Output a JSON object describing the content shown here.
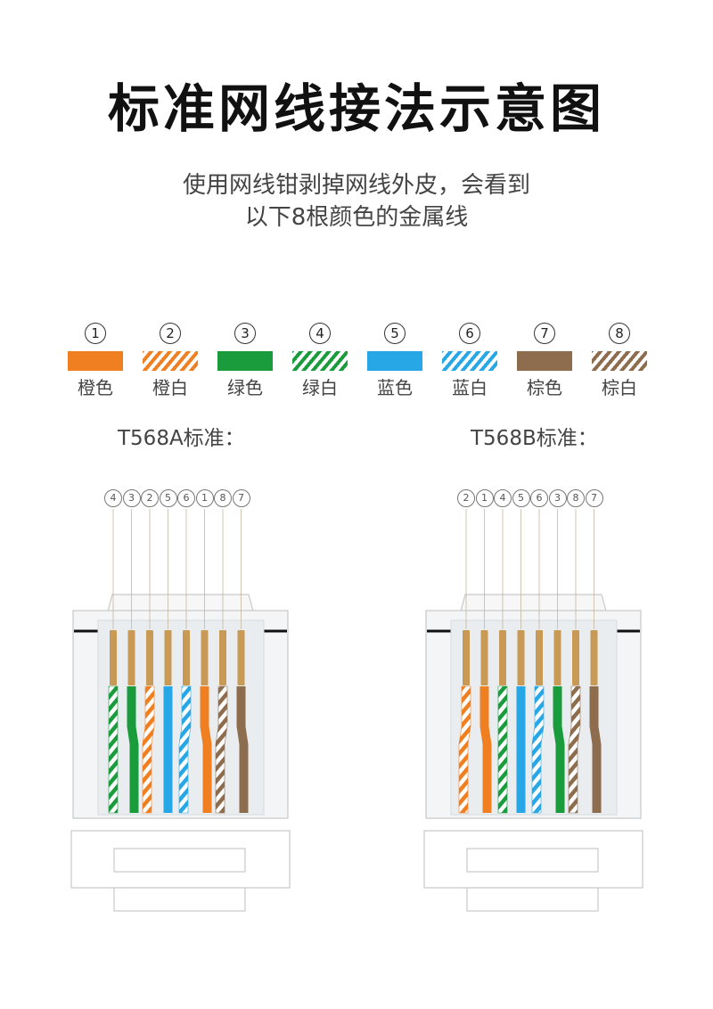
{
  "title": "标准网线接法示意图",
  "subtitle": {
    "line1": "使用网线钳剥掉网线外皮，会看到",
    "line2": "以下8根颜色的金属线"
  },
  "colors": {
    "orange": "#f07f22",
    "green": "#1a9b3c",
    "blue": "#28a7e6",
    "brown": "#8e6c4e",
    "gold": "#c99a55"
  },
  "legend": [
    {
      "num": "1",
      "label": "橙色",
      "color": "orange",
      "striped": false
    },
    {
      "num": "2",
      "label": "橙白",
      "color": "orange",
      "striped": true
    },
    {
      "num": "3",
      "label": "绿色",
      "color": "green",
      "striped": false
    },
    {
      "num": "4",
      "label": "绿白",
      "color": "green",
      "striped": true
    },
    {
      "num": "5",
      "label": "蓝色",
      "color": "blue",
      "striped": false
    },
    {
      "num": "6",
      "label": "蓝白",
      "color": "blue",
      "striped": true
    },
    {
      "num": "7",
      "label": "棕色",
      "color": "brown",
      "striped": false
    },
    {
      "num": "8",
      "label": "棕白",
      "color": "brown",
      "striped": true
    }
  ],
  "standards": [
    {
      "id": "a",
      "label": "T568A标准：",
      "sequence": [
        "4",
        "3",
        "2",
        "5",
        "6",
        "1",
        "8",
        "7"
      ]
    },
    {
      "id": "b",
      "label": "T568B标准：",
      "sequence": [
        "2",
        "1",
        "4",
        "5",
        "6",
        "3",
        "8",
        "7"
      ]
    }
  ]
}
